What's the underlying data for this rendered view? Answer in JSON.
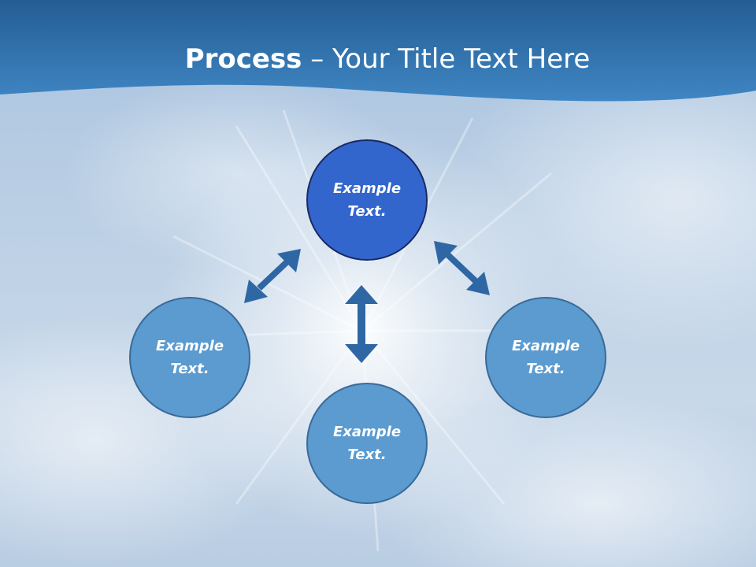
{
  "slide": {
    "title_bold": "Process",
    "title_rest": " – Your Title Text Here"
  },
  "diagram": {
    "center_node": {
      "text": "Example Text."
    },
    "left_node": {
      "text": "Example Text."
    },
    "bottom_node": {
      "text": "Example Text."
    },
    "right_node": {
      "text": "Example Text."
    }
  },
  "colors": {
    "header_blue": "#2f6ea8",
    "center_node": "#3366cc",
    "outer_node": "#5b9bcf",
    "arrow": "#2f67a4"
  }
}
